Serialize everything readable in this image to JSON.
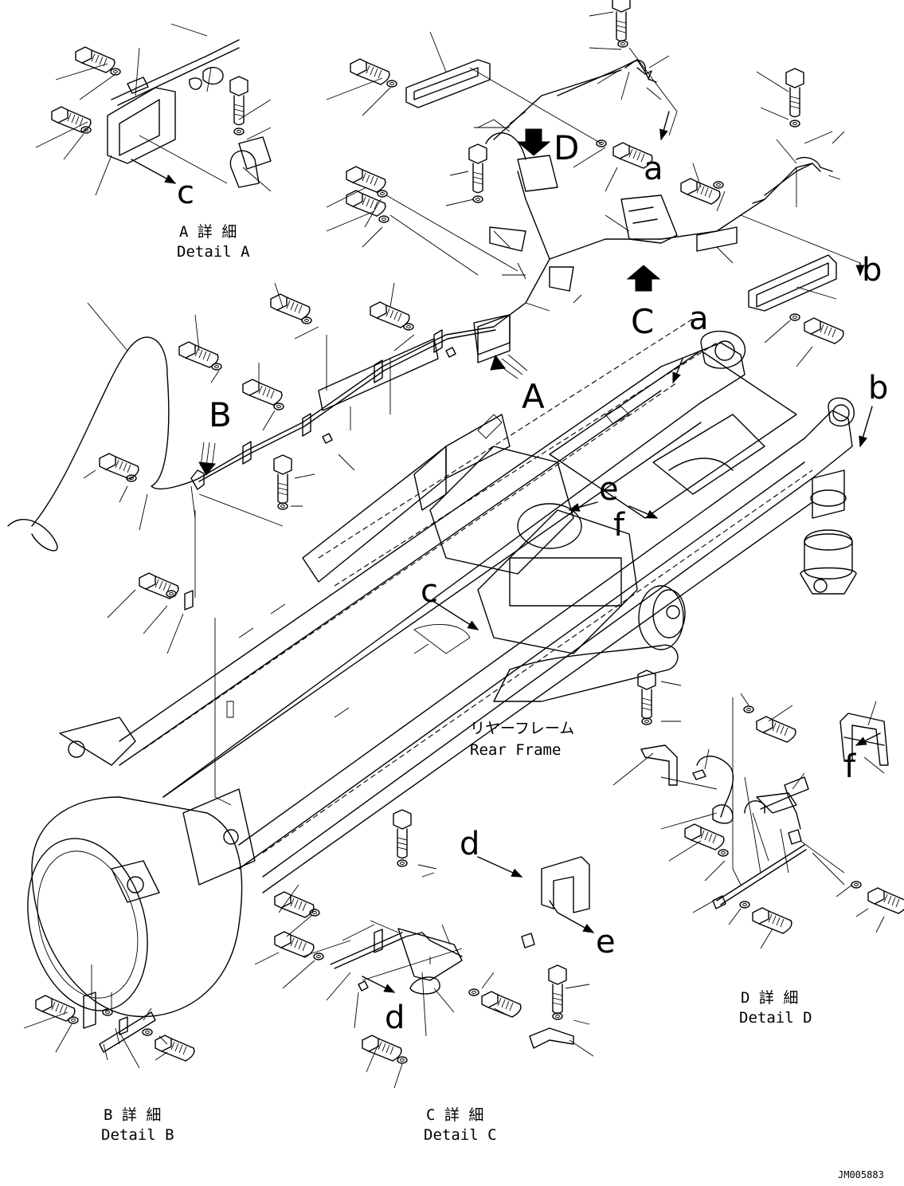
{
  "views": {
    "A": "A",
    "B": "B",
    "C": "C",
    "D": "D"
  },
  "refs": {
    "a": "a",
    "b": "b",
    "c": "c",
    "d": "d",
    "e": "e",
    "f": "f"
  },
  "captions": {
    "detail_a_jp": "A 詳 細",
    "detail_a_en": "Detail A",
    "detail_b_jp": "B 詳 細",
    "detail_b_en": "Detail B",
    "detail_c_jp": "C 詳 細",
    "detail_c_en": "Detail C",
    "detail_d_jp": "D 詳 細",
    "detail_d_en": "Detail D"
  },
  "frame": {
    "label_jp": "リヤーフレーム",
    "label_en": "Rear Frame"
  },
  "doc_number": "JM005883"
}
